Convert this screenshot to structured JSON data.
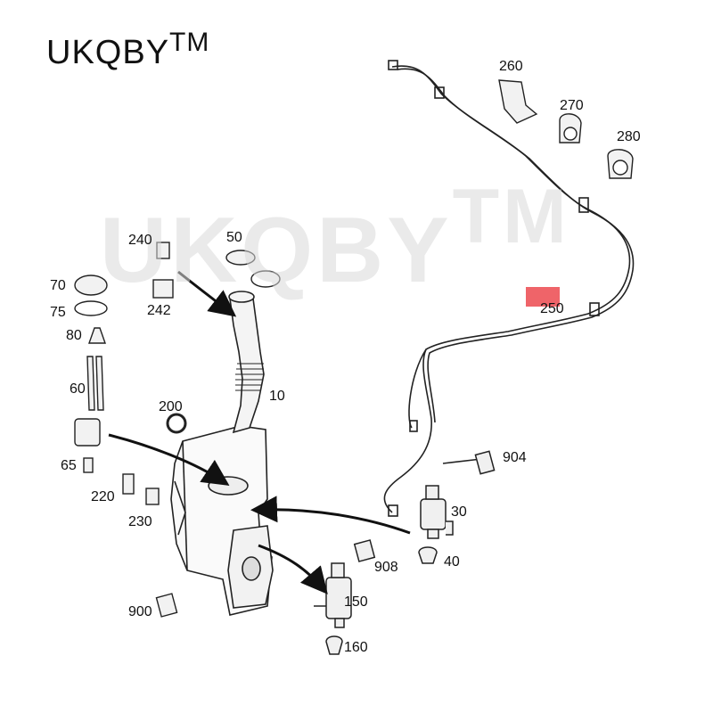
{
  "brand": {
    "text": "UKQBY",
    "tm": "TM"
  },
  "watermark": {
    "text": "UKQBY",
    "tm": "TM"
  },
  "colors": {
    "line": "#222222",
    "highlight": "#e8222a",
    "watermark": "#d9d9d9"
  },
  "callouts": {
    "p10": "10",
    "p30": "30",
    "p40": "40",
    "p50": "50",
    "p60": "60",
    "p65": "65",
    "p70": "70",
    "p75": "75",
    "p80": "80",
    "p150": "150",
    "p160": "160",
    "p200": "200",
    "p220": "220",
    "p230": "230",
    "p240": "240",
    "p242": "242",
    "p250": "250",
    "p260": "260",
    "p270": "270",
    "p280": "280",
    "p900": "900",
    "p904": "904",
    "p908": "908"
  }
}
